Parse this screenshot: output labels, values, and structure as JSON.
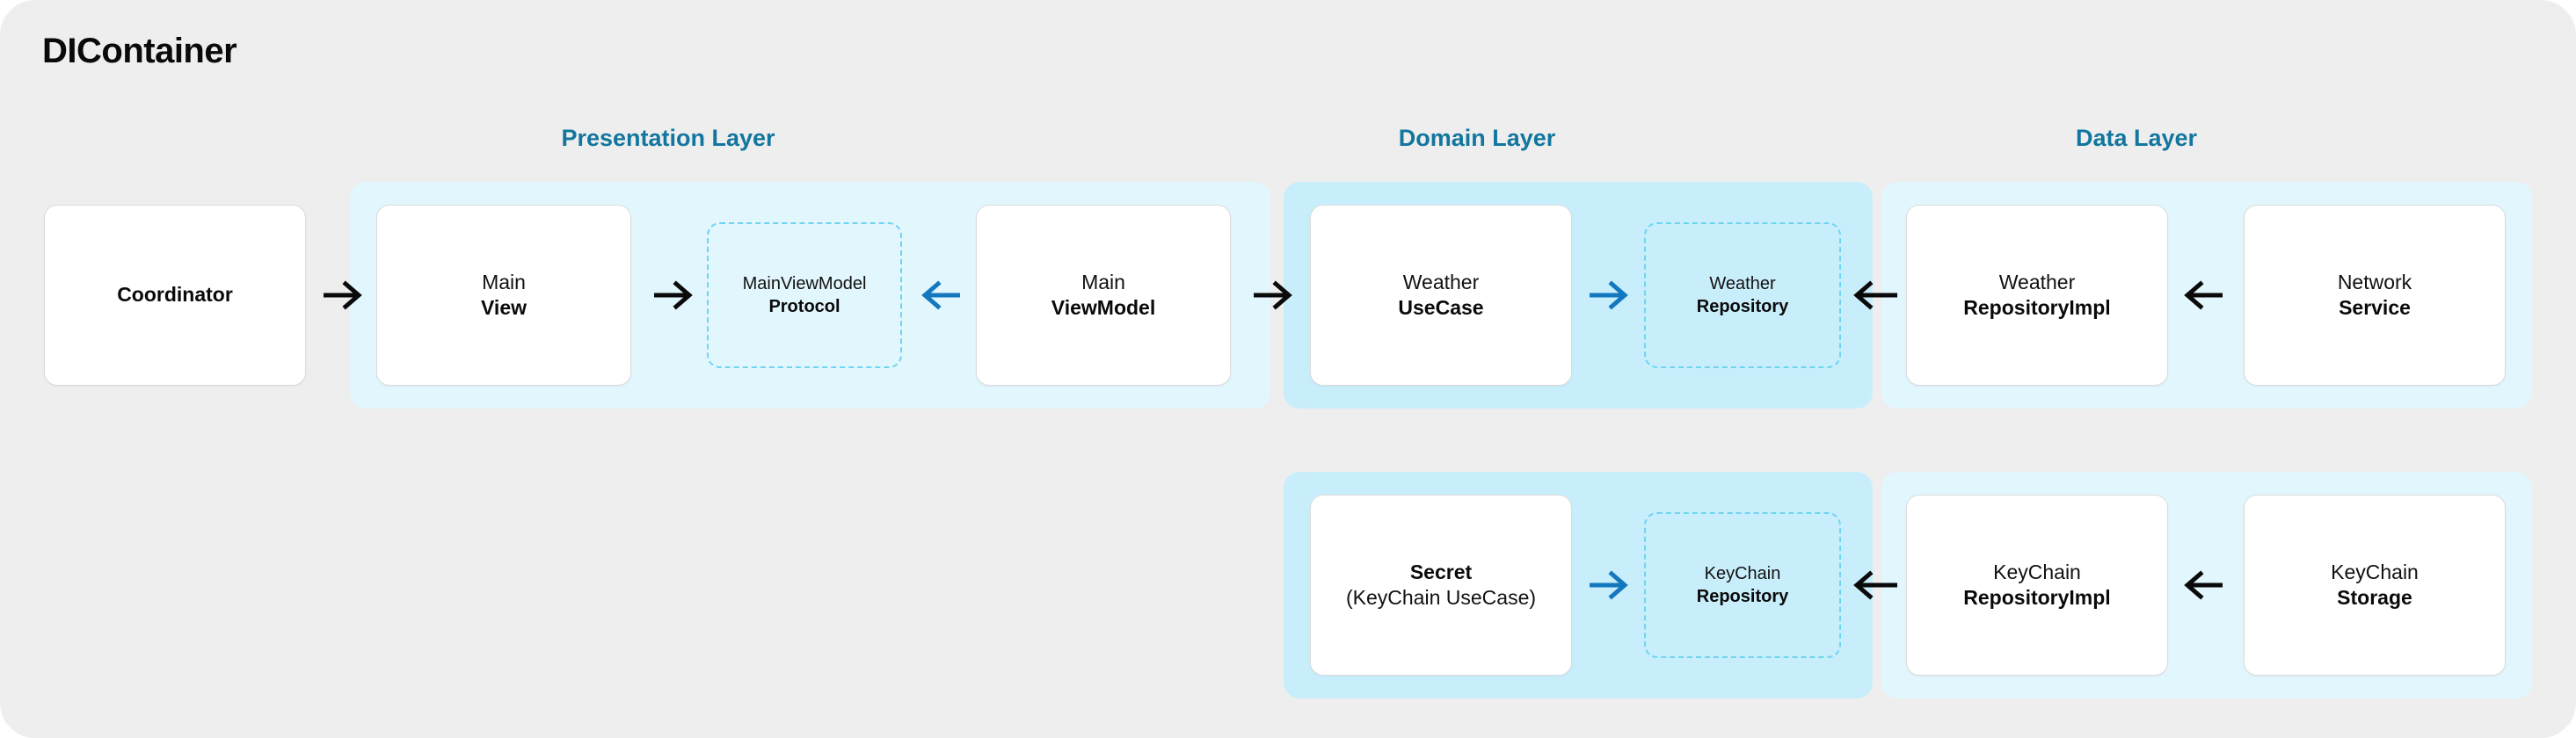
{
  "title": "DIContainer",
  "colors": {
    "canvas_bg": "#eeeeee",
    "panel_light": "#E2F6FD",
    "panel_deep": "#C9EEFB",
    "caption_blue": "#12769F",
    "arrow_blue": "#1478BE",
    "arrow_black": "#0a0a0a",
    "dashed_border": "#6FD4F3",
    "card_bg": "#ffffff",
    "card_border": "#dcdcdc"
  },
  "layers": [
    {
      "id": "presentation",
      "caption": "Presentation Layer"
    },
    {
      "id": "domain",
      "caption": "Domain Layer"
    },
    {
      "id": "data",
      "caption": "Data Layer"
    }
  ],
  "nodes": {
    "coordinator": {
      "line1": "Coordinator",
      "line2": ""
    },
    "main_view": {
      "line1": "Main",
      "line2": "View"
    },
    "mainviewmodel_proto": {
      "line1": "MainViewModel",
      "line2": "Protocol"
    },
    "main_viewmodel": {
      "line1": "Main",
      "line2": "ViewModel"
    },
    "weather_usecase": {
      "line1": "Weather",
      "line2": "UseCase"
    },
    "weather_repo_proto": {
      "line1": "Weather",
      "line2": "Repository"
    },
    "weather_repo_impl": {
      "line1": "Weather",
      "line2": "RepositoryImpl"
    },
    "network_service": {
      "line1": "Network",
      "line2": "Service"
    },
    "secret_usecase": {
      "line1": "Secret",
      "line2": "(KeyChain UseCase)"
    },
    "keychain_repo_proto": {
      "line1": "KeyChain",
      "line2": "Repository"
    },
    "keychain_repo_impl": {
      "line1": "KeyChain",
      "line2": "RepositoryImpl"
    },
    "keychain_storage": {
      "line1": "KeyChain",
      "line2": "Storage"
    }
  },
  "arrows": [
    {
      "id": "coordinator-to-mainview",
      "direction": "right",
      "color": "black"
    },
    {
      "id": "mainview-to-protocol",
      "direction": "right",
      "color": "black"
    },
    {
      "id": "mainviewmodel-to-protocol",
      "direction": "left",
      "color": "blue"
    },
    {
      "id": "mainviewmodel-to-weatherusecase",
      "direction": "right",
      "color": "black"
    },
    {
      "id": "weatherusecase-to-weatherrepo",
      "direction": "right",
      "color": "blue"
    },
    {
      "id": "weatherrepoimpl-to-weatherrepo",
      "direction": "left",
      "color": "black"
    },
    {
      "id": "networkservice-to-weatherrepoimpl",
      "direction": "left",
      "color": "black"
    },
    {
      "id": "secret-to-keychainrepo",
      "direction": "right",
      "color": "blue"
    },
    {
      "id": "keychainrepoimpl-to-keychainrepo",
      "direction": "left",
      "color": "black"
    },
    {
      "id": "keychainstorage-to-keychainrepoimpl",
      "direction": "left",
      "color": "black"
    }
  ]
}
